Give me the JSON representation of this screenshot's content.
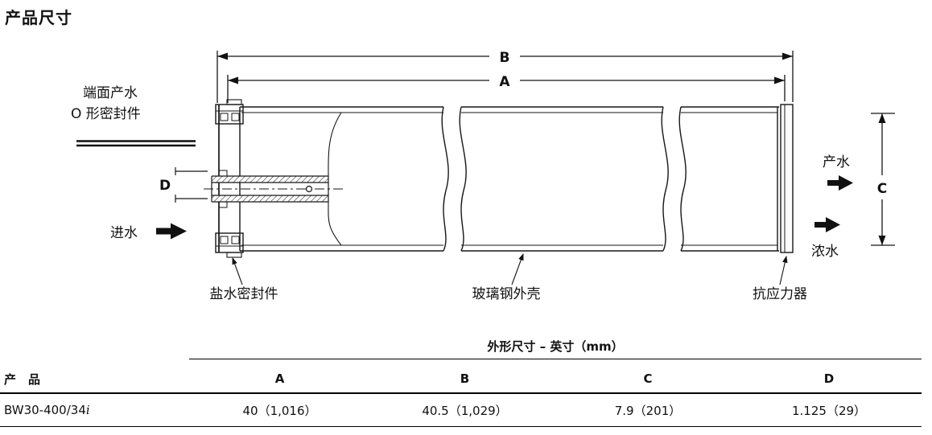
{
  "title": "产品尺寸",
  "diagram": {
    "dim_B": "B",
    "dim_A": "A",
    "dim_C": "C",
    "dim_D": "D",
    "oring_line1": "端面产水",
    "oring_line2": "O 形密封件",
    "feed": "进水",
    "brine_seal": "盐水密封件",
    "shell": "玻璃钢外壳",
    "stress_device": "抗应力器",
    "product_water": "产水",
    "concentrate": "浓水"
  },
  "table": {
    "span_header": "外形尺寸 – 英寸（mm）",
    "product_header": "产　品",
    "columns": [
      "A",
      "B",
      "C",
      "D"
    ],
    "rows": [
      {
        "product_base": "BW30-400/34",
        "product_suffix": "i",
        "a": "40（1,016）",
        "b": "40.5（1,029）",
        "c": "7.9（201）",
        "d": "1.125（29）"
      }
    ]
  }
}
